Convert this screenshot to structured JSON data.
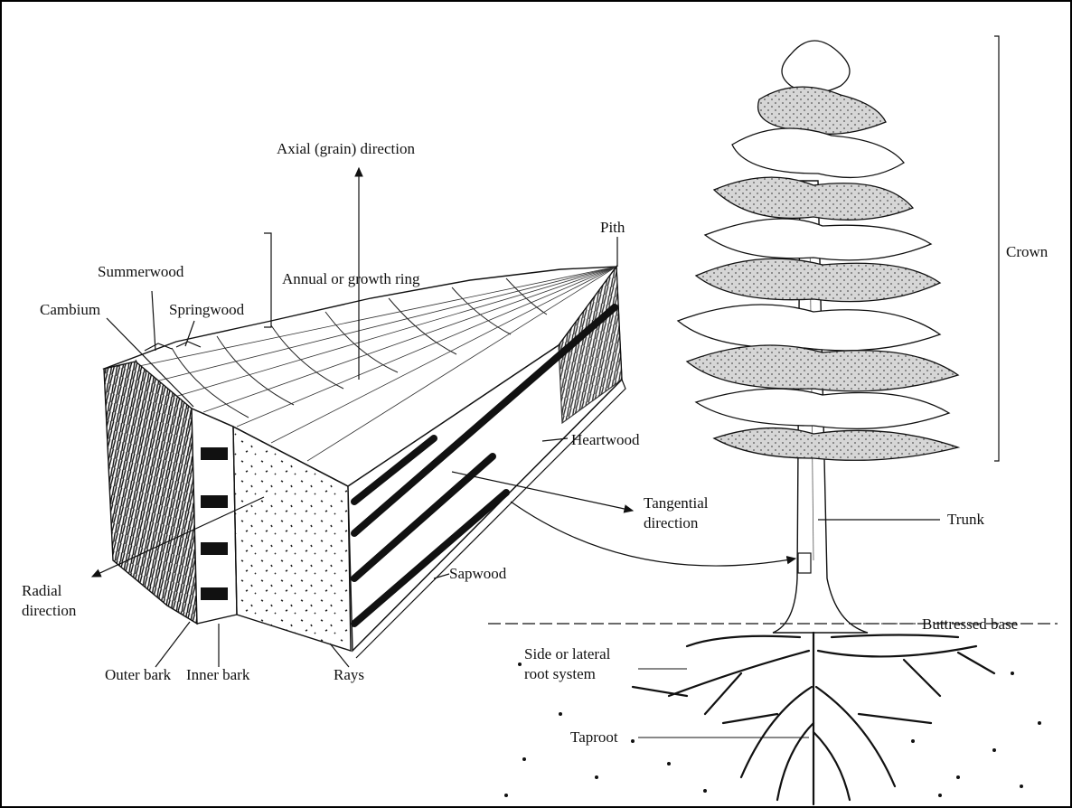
{
  "labels": {
    "axial": "Axial (grain) direction",
    "pith": "Pith",
    "summerwood": "Summerwood",
    "growth_ring": "Annual or growth ring",
    "cambium": "Cambium",
    "springwood": "Springwood",
    "heartwood": "Heartwood",
    "tangential_1": "Tangential",
    "tangential_2": "direction",
    "radial_1": "Radial",
    "radial_2": "direction",
    "sapwood": "Sapwood",
    "outer_bark": "Outer bark",
    "inner_bark": "Inner bark",
    "rays": "Rays",
    "crown": "Crown",
    "trunk": "Trunk",
    "buttressed_base": "Buttressed base",
    "lateral_root_1": "Side or lateral",
    "lateral_root_2": "root system",
    "taproot": "Taproot"
  }
}
